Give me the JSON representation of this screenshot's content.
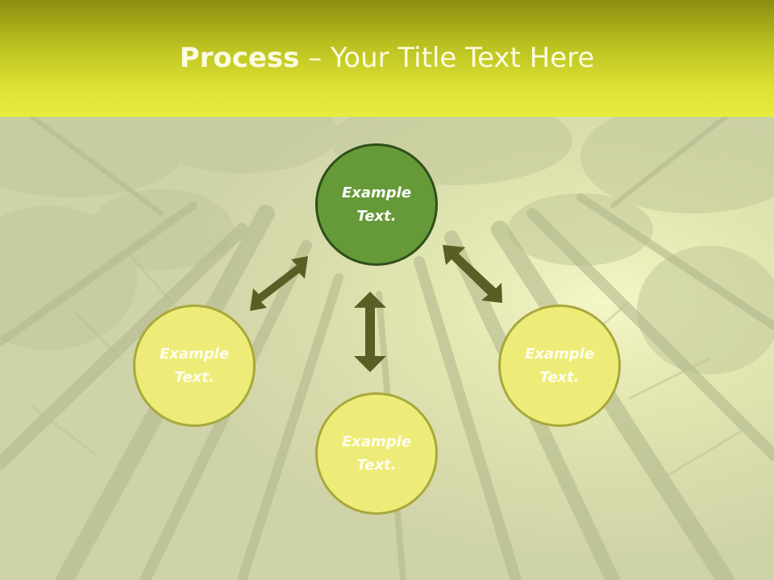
{
  "header": {
    "title_bold": "Process",
    "title_rest": " – Your Title Text Here"
  },
  "nodes": {
    "top": {
      "line1": "Example",
      "line2": "Text."
    },
    "left": {
      "line1": "Example",
      "line2": "Text."
    },
    "bottom": {
      "line1": "Example",
      "line2": "Text."
    },
    "right": {
      "line1": "Example",
      "line2": "Text."
    }
  },
  "colors": {
    "header_bright": "#e8ec3e",
    "header_dark": "#8a8c0e",
    "center_node": "#669a38",
    "outer_node": "#eeec78",
    "arrow": "#5a5e24"
  }
}
